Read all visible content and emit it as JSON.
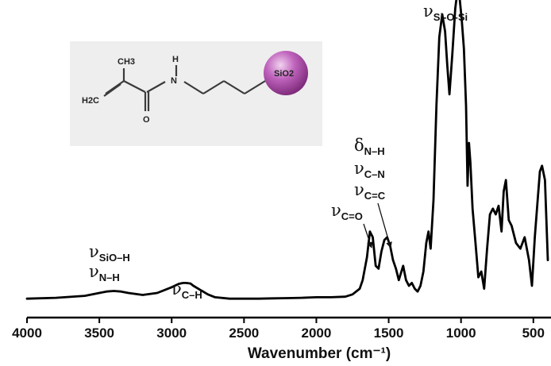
{
  "chart_data": {
    "type": "line",
    "title": "",
    "xlabel": "Wavenumber (cm⁻¹)",
    "ylabel": "",
    "xlim": [
      4000,
      400
    ],
    "x_reversed": true,
    "x_ticks": [
      4000,
      3500,
      3000,
      2500,
      2000,
      1500,
      1000,
      500
    ],
    "x_tick_labels": [
      "4000",
      "3500",
      "3000",
      "2500",
      "2000",
      "1500",
      "1000",
      "500"
    ],
    "ylim": [
      0,
      100
    ],
    "y_ticks_shown": false,
    "grid": false,
    "line_color": "#000000",
    "series": [
      {
        "x": [
          4000,
          3800,
          3600,
          3500,
          3450,
          3400,
          3350,
          3300,
          3200,
          3100,
          3000,
          2950,
          2920,
          2900,
          2870,
          2850,
          2800,
          2750,
          2700,
          2600,
          2500,
          2400,
          2300,
          2200,
          2100,
          2000,
          1900,
          1800,
          1750,
          1700,
          1680,
          1650,
          1630,
          1610,
          1590,
          1570,
          1550,
          1530,
          1510,
          1490,
          1470,
          1450,
          1430,
          1400,
          1380,
          1360,
          1340,
          1320,
          1300,
          1280,
          1260,
          1240,
          1225,
          1210,
          1190,
          1170,
          1150,
          1130,
          1110,
          1095,
          1080,
          1060,
          1040,
          1025,
          1010,
          995,
          980,
          965,
          955,
          945,
          935,
          920,
          900,
          880,
          860,
          840,
          820,
          800,
          780,
          760,
          740,
          720,
          705,
          690,
          670,
          650,
          620,
          590,
          560,
          530,
          510,
          490,
          470,
          455,
          440,
          420,
          400
        ],
        "y": [
          0.5,
          0.8,
          1.5,
          2.5,
          3,
          3.2,
          3,
          2.5,
          1.8,
          2.5,
          4.5,
          5.7,
          6,
          6,
          5.8,
          5,
          3.5,
          2,
          1,
          0.5,
          0.5,
          0.5,
          0.6,
          0.7,
          0.8,
          1,
          1,
          1.2,
          2,
          4,
          7,
          15,
          24,
          22,
          12,
          11,
          17,
          21,
          22,
          19,
          14,
          11,
          7,
          12,
          7,
          5,
          6,
          4,
          3,
          5,
          10,
          20,
          24,
          18,
          35,
          68,
          92,
          100,
          94,
          82,
          72,
          86,
          102,
          108,
          106,
          98,
          88,
          68,
          40,
          55,
          48,
          32,
          20,
          8,
          10,
          4,
          18,
          30,
          32,
          30,
          33,
          24,
          38,
          42,
          28,
          26,
          20,
          18,
          22,
          14,
          5,
          22,
          35,
          45,
          47,
          42,
          14
        ]
      }
    ],
    "annotations": [
      {
        "nu": "ν",
        "sub": "Si-O-Si"
      },
      {
        "nu": "δ",
        "sub": "N–H"
      },
      {
        "nu": "ν",
        "sub": "C–N"
      },
      {
        "nu": "ν",
        "sub": "C=C"
      },
      {
        "nu": "ν",
        "sub": "C=O"
      },
      {
        "nu": "ν",
        "sub": "SiO–H"
      },
      {
        "nu": "ν",
        "sub": "N–H"
      },
      {
        "nu": "ν",
        "sub": "C–H"
      }
    ],
    "inset_structure": {
      "labels": [
        "CH3",
        "H",
        "N",
        "H2C",
        "O",
        "SiO2"
      ],
      "sphere_color": "#a0449f"
    }
  }
}
